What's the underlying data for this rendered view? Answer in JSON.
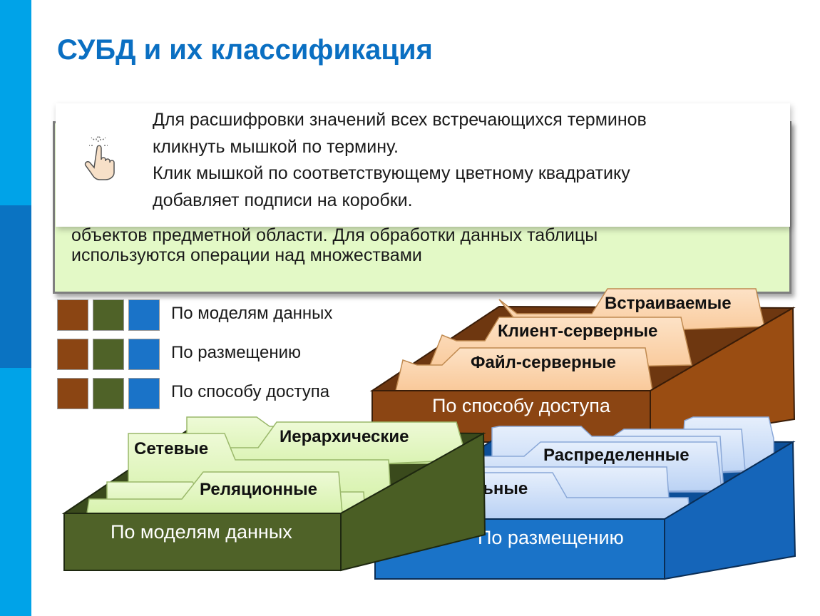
{
  "slide": {
    "title": "СУБД и их классификация",
    "note": {
      "line1": "Для расшифровки значений всех встречающихся терминов",
      "line2": "кликнуть мышкой по термину.",
      "line3": "Клик мышкой по соответствующему цветному квадратику",
      "line4": "добавляет подписи на коробки."
    },
    "definition": {
      "line_partial": "объектов предметной области. Для обработки данных таблицы",
      "line_last": "используются  операции над множествами"
    },
    "legend": [
      {
        "label": "По моделям данных"
      },
      {
        "label": "По размещению"
      },
      {
        "label": "По способу доступа"
      }
    ],
    "legend_colors": {
      "brown": "#8b4513",
      "green": "#4f6228",
      "blue": "#1a73c8"
    },
    "boxes": {
      "access": {
        "label": "По способу доступа",
        "color": "#8b4513",
        "cards": [
          "Встраиваемые",
          "Клиент-серверные",
          "Файл-серверные"
        ]
      },
      "models": {
        "label": "По моделям данных",
        "color": "#4f6228",
        "cards": [
          "Сетевые",
          "Иерархические",
          "Реляционные"
        ]
      },
      "placement": {
        "label": "По размещению",
        "color": "#1a73c8",
        "cards": [
          "Распределенные",
          "Локальные"
        ]
      }
    }
  }
}
